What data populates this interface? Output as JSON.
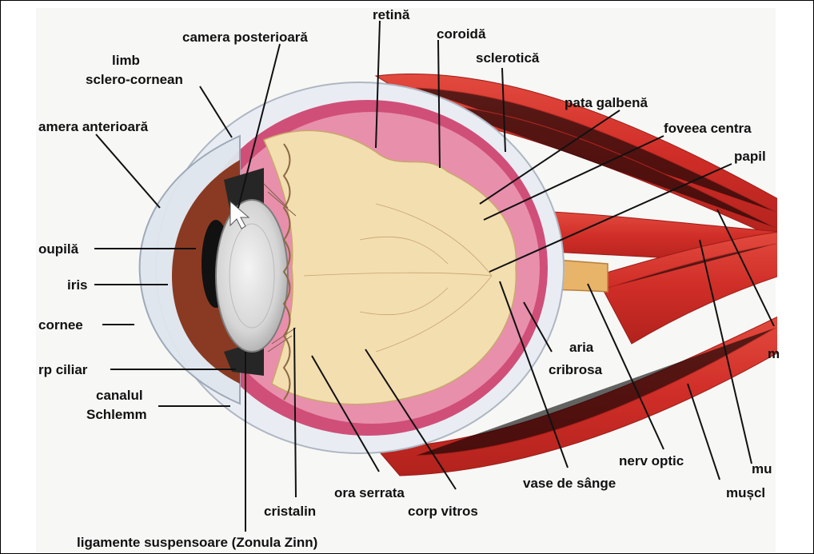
{
  "labels": {
    "retina": "retină",
    "camera_posterioara": "camera posterioară",
    "coroida": "coroidă",
    "limb_1": "limb",
    "limb_2": "sclero-cornean",
    "sclerotica": "sclerotică",
    "camera_anterioara": "amera anterioară",
    "pata_galbena": "pata galbenă",
    "foveea_centrala": "foveea centra",
    "papila": "papil",
    "pupila": "oupilă",
    "iris": "iris",
    "cornee": "cornee",
    "corp_ciliar": "rp ciliar",
    "canalul_1": "canalul",
    "canalul_2": "Schlemm",
    "aria_1": "aria",
    "aria_2": "cribrosa",
    "m_edge": "m",
    "nerv_optic": "nerv optic",
    "mu_edge": "mu",
    "vase_de_sange": "vase de sânge",
    "muscl_edge": "mușcl",
    "ora_serrata": "ora serrata",
    "corp_vitros": "corp vitros",
    "cristalin": "cristalin",
    "ligamente": "ligamente suspensoare (Zonula Zinn)"
  },
  "colors": {
    "muscle": "#d8322c",
    "muscle_dark": "#a81e1a",
    "sclera": "#e9edf3",
    "choroid": "#cf4f78",
    "retina": "#e88fac",
    "vitreous": "#f3deb0",
    "iris": "#8a3a22",
    "nerve": "#e8b46a"
  }
}
